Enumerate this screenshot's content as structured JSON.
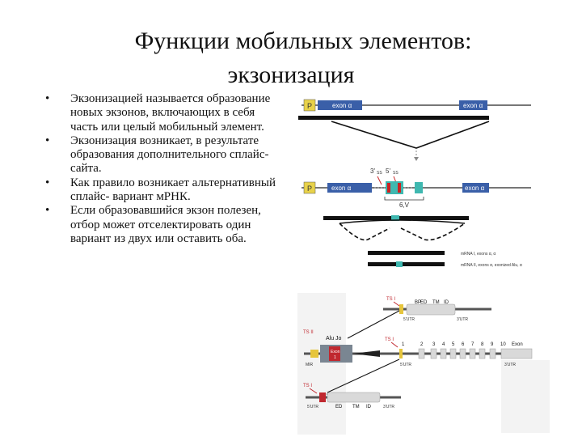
{
  "title": {
    "line1": "Функции мобильных элементов:",
    "line2": "экзонизация"
  },
  "bullets": [
    "Экзонизацией называется образование новых экзонов, включающих в себя часть или целый мобильный элемент.",
    "Экзонизация возникает, в результате образования дополнительного сплайс-сайта.",
    "Как правило возникает альтернативный сплайс- вариант мРНК.",
    "Если образовавшийся экзон полезен, отбор может отселектировать один вариант из двух или оставить оба."
  ],
  "bullet_glyph": "•",
  "figure_top": {
    "promoter_label": "P",
    "exon_a_label": "exon α",
    "exon_b_label": "exon α",
    "ss3_label": "3'",
    "ss5_label": "5'",
    "ss_small_left": "SS",
    "ss_small_right": "SS",
    "alu_label": "6,V",
    "legend_1": "mRNA I, exons α, α",
    "legend_2": "mRNA II, exons α, exonized Alu, α",
    "colors": {
      "promoter": "#e8d24a",
      "exon": "#3a5fa8",
      "alu": "#3fb8b0",
      "ss": "#cc2222"
    }
  },
  "figure_bottom": {
    "ts1_label": "TS I",
    "ts2_label": "TS II",
    "ts3_label": "TS I",
    "alu_jo_label": "Alu Jo",
    "bp_label": "BP",
    "ed_label": "ED",
    "tm_label": "TM",
    "id_label": "ID",
    "utr5_label": "5'UTR",
    "utr3_label": "3'UTR",
    "mir_label": "MIR",
    "exon_label": "Exon",
    "exon1_label": "1",
    "exon_numbers": [
      "1",
      "2",
      "3",
      "4",
      "5",
      "6",
      "7",
      "8",
      "9",
      "10"
    ],
    "colors": {
      "red": "#c0282f",
      "yellow": "#e6c53c",
      "gray": "#8e8e8e",
      "box": "#d9d9d9"
    }
  }
}
